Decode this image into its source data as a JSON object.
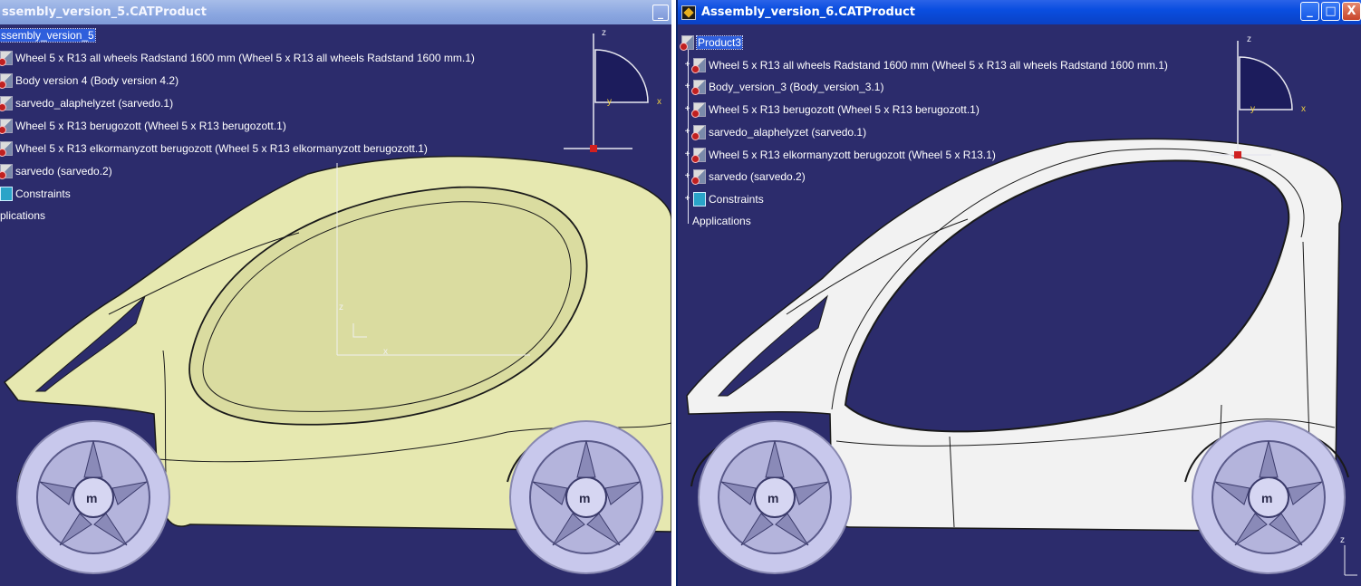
{
  "left_window": {
    "title": "ssembly_version_5.CATProduct",
    "minimize_label": "_",
    "tree": {
      "root": "ssembly_version_5",
      "items": [
        {
          "label": "Wheel 5 x R13 all wheels Radstand 1600 mm (Wheel 5 x R13 all wheels Radstand 1600 mm.1)",
          "icon": "part-icon"
        },
        {
          "label": "Body version 4 (Body version 4.2)",
          "icon": "part-icon"
        },
        {
          "label": "sarvedo_alaphelyzet (sarvedo.1)",
          "icon": "part-icon"
        },
        {
          "label": "Wheel 5 x R13 berugozott (Wheel 5 x R13 berugozott.1)",
          "icon": "part-icon"
        },
        {
          "label": "Wheel 5 x R13 elkormanyzott berugozott (Wheel 5 x R13 elkormanyzott berugozott.1)",
          "icon": "part-icon"
        },
        {
          "label": "sarvedo (sarvedo.2)",
          "icon": "part-icon"
        },
        {
          "label": "Constraints",
          "icon": "constraints-icon"
        },
        {
          "label": "plications",
          "icon": "none"
        }
      ]
    },
    "compass": {
      "z": "z",
      "y": "y",
      "x": "x"
    },
    "model_axes": {
      "z": "z",
      "x": "x"
    },
    "body_color": "#e6e8b0"
  },
  "right_window": {
    "title": "Assembly_version_6.CATProduct",
    "buttons": {
      "minimize": "_",
      "maximize": "□",
      "close": "X"
    },
    "tree": {
      "root": "Product3",
      "items": [
        {
          "label": "Wheel 5 x R13 all wheels Radstand 1600 mm (Wheel 5 x R13 all wheels Radstand 1600 mm.1)",
          "icon": "part-icon"
        },
        {
          "label": "Body_version_3 (Body_version_3.1)",
          "icon": "part-icon"
        },
        {
          "label": "Wheel 5 x R13 berugozott (Wheel 5 x R13 berugozott.1)",
          "icon": "part-icon"
        },
        {
          "label": "sarvedo_alaphelyzet (sarvedo.1)",
          "icon": "part-icon"
        },
        {
          "label": "Wheel 5 x R13 elkormanyzott berugozott (Wheel 5 x R13.1)",
          "icon": "part-icon"
        },
        {
          "label": "sarvedo (sarvedo.2)",
          "icon": "part-icon"
        },
        {
          "label": "Constraints",
          "icon": "constraints-icon"
        },
        {
          "label": "Applications",
          "icon": "none"
        }
      ]
    },
    "compass": {
      "z": "z",
      "y": "y",
      "x": "x"
    },
    "corner_axis": {
      "z": "z"
    },
    "body_color": "#f2f2f2"
  },
  "colors": {
    "background": "#2c2c6c",
    "wheel": "#c8c8ec",
    "compass_fill": "#1c1c5c",
    "selection": "#2f5fdc"
  }
}
